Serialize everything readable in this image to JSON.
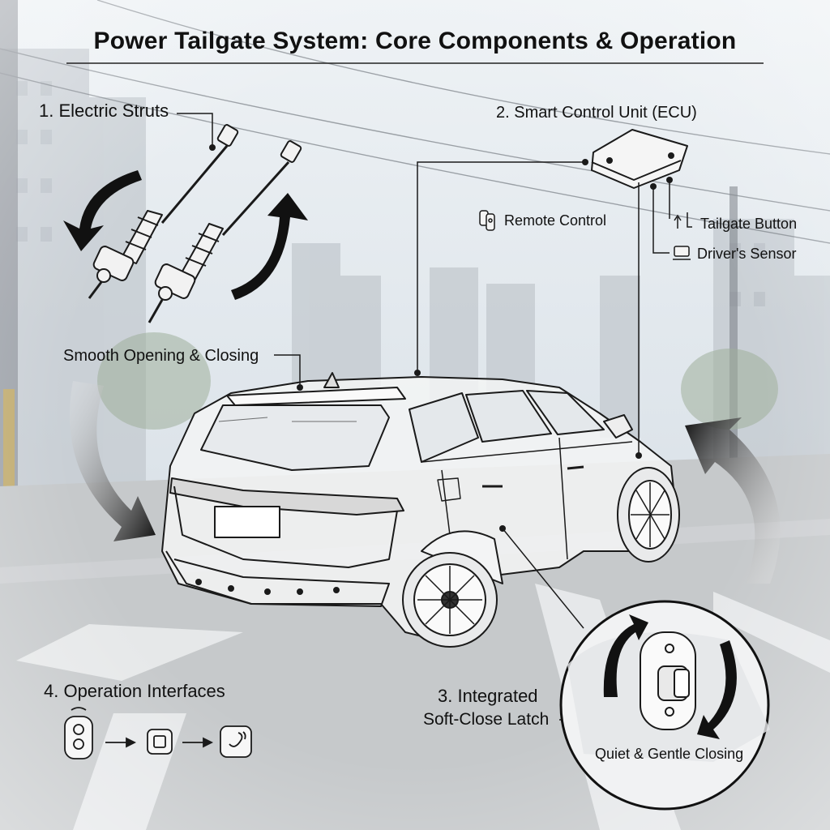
{
  "title": "Power Tailgate System: Core Components & Operation",
  "components": {
    "electric_struts": "1. Electric Struts",
    "control_unit": "2. Smart Control Unit (ECU)",
    "latch_line1": "3. Integrated",
    "latch_line2": "Soft-Close Latch",
    "interfaces": "4. Operation Interfaces"
  },
  "inputs": {
    "remote": "Remote Control",
    "tailgate_button": "Tailgate Button",
    "drivers_sensor": "Driver's Sensor"
  },
  "annotations": {
    "smooth": "Smooth Opening & Closing",
    "quiet": "Quiet & Gentle Closing"
  },
  "icons": [
    "key-fob-icon",
    "button-icon",
    "touch-sensor-icon",
    "remote-icon",
    "switch-icon",
    "seat-sensor-icon"
  ],
  "colors": {
    "ink": "#111111",
    "sky": "#dfe7ee",
    "road": "#c9ccce"
  }
}
